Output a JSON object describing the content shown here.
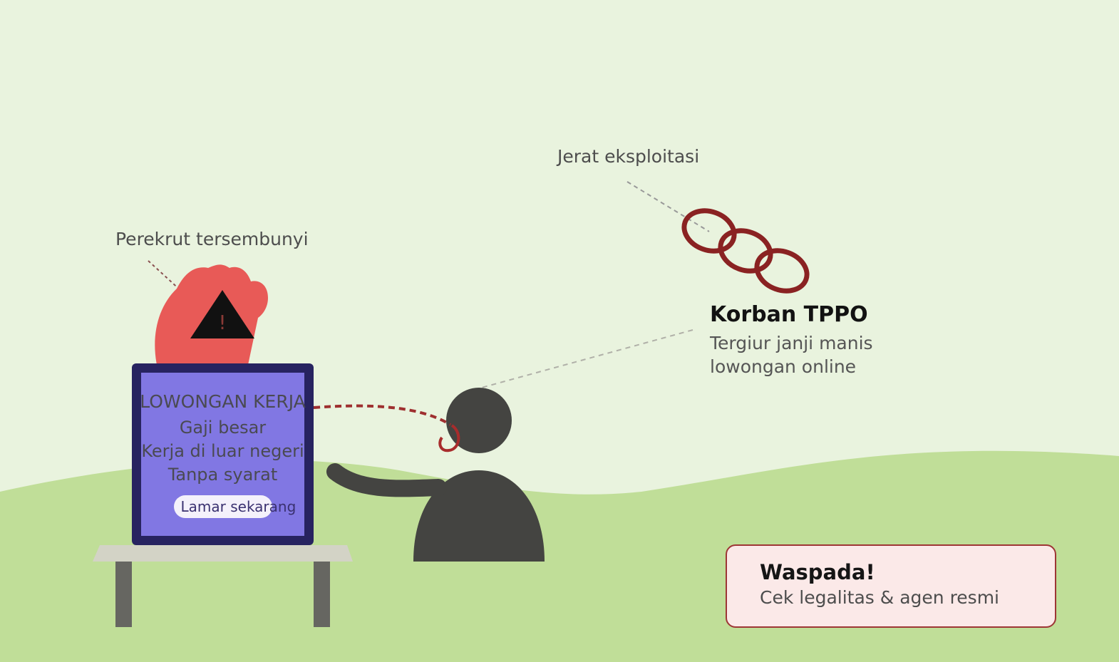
{
  "labels": {
    "recruiter": "Perekrut tersembunyi",
    "trap": "Jerat eksploitasi",
    "victim_title": "Korban TPPO",
    "victim_description": "Tergiur janji manis lowongan online"
  },
  "job_ad": {
    "title": "LOWONGAN KERJA",
    "lines": [
      "Gaji besar",
      "Kerja di luar negeri",
      "Tanpa syarat"
    ],
    "button_label": "Lamar sekarang"
  },
  "warning": {
    "title": "Waspada!",
    "text": "Cek legalitas & agen resmi"
  },
  "icons": {
    "alert": "!"
  },
  "colors": {
    "sky": "#e9f3de",
    "grass": "#c0de98",
    "hand": "#e85a57",
    "monitor_frame": "#272360",
    "monitor_screen": "#8177e3",
    "person": "#444441",
    "chain": "#8a2222",
    "warning_bg": "#fbe9e8",
    "warning_border": "#9d3635"
  }
}
